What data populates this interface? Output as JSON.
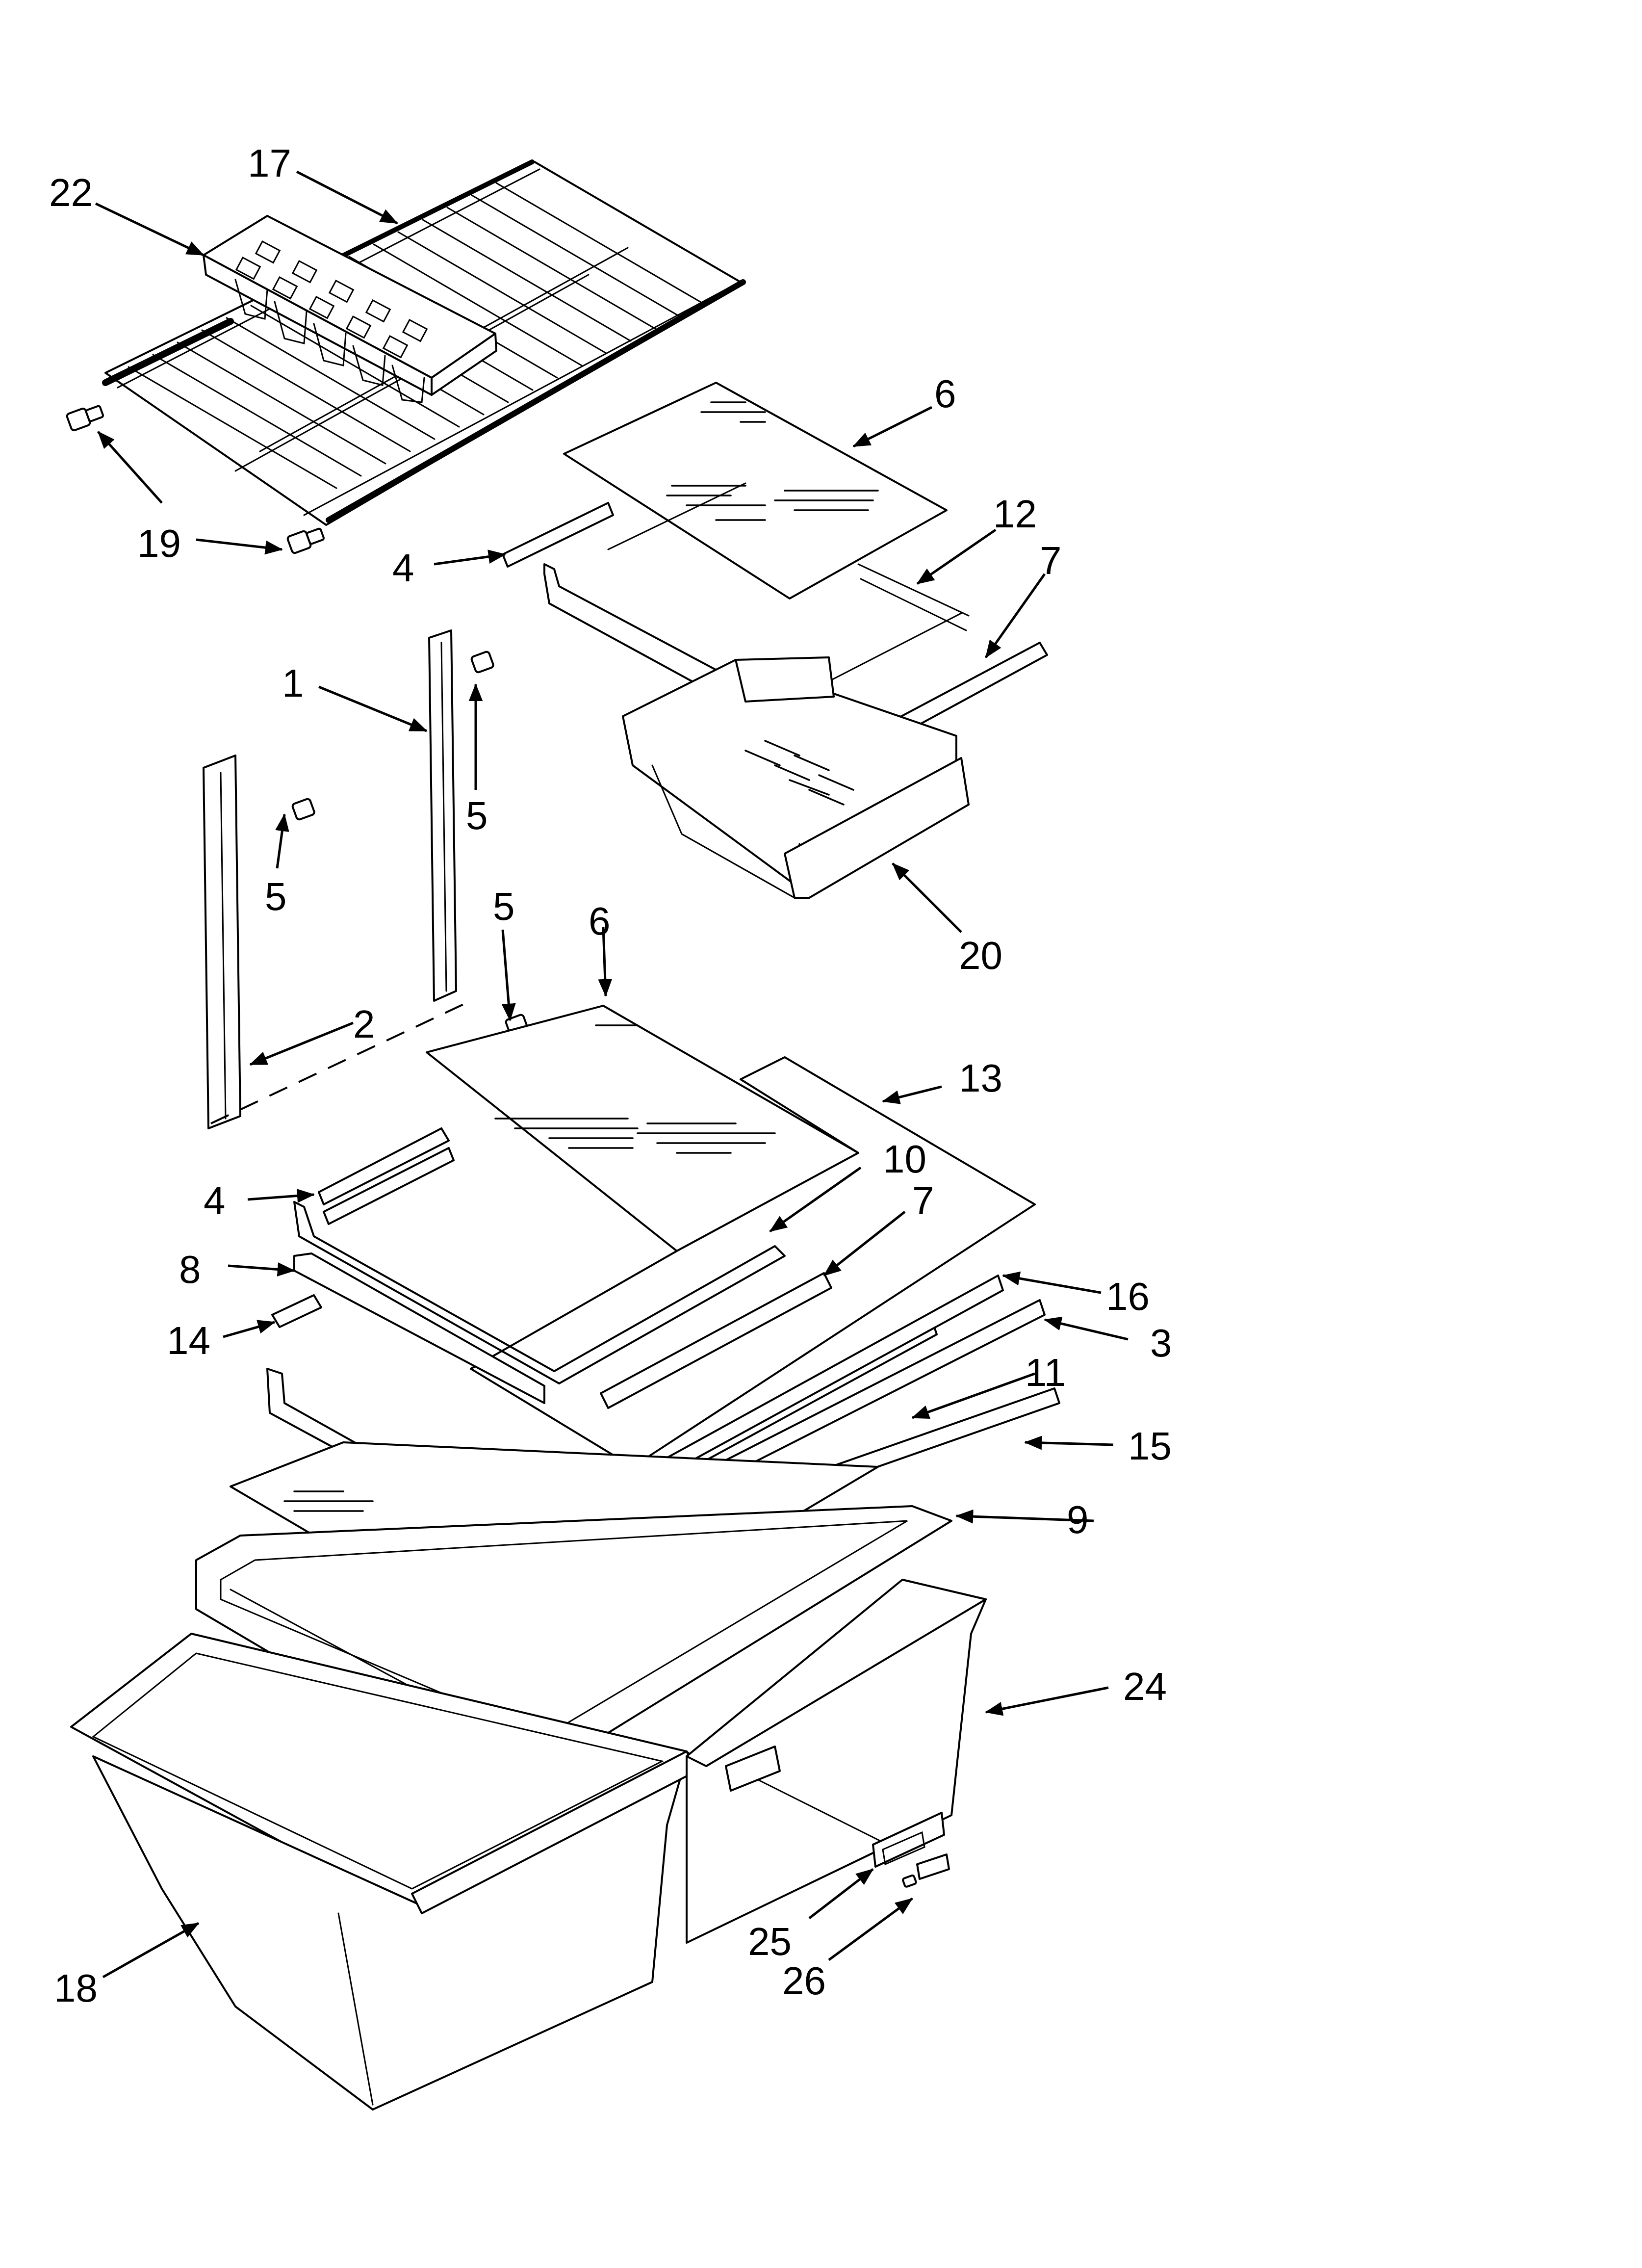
{
  "diagram": {
    "callouts": [
      {
        "id": "c22",
        "text": "22"
      },
      {
        "id": "c17",
        "text": "17"
      },
      {
        "id": "c19",
        "text": "19"
      },
      {
        "id": "c6a",
        "text": "6"
      },
      {
        "id": "c12",
        "text": "12"
      },
      {
        "id": "c4a",
        "text": "4"
      },
      {
        "id": "c7a",
        "text": "7"
      },
      {
        "id": "c1",
        "text": "1"
      },
      {
        "id": "c5a",
        "text": "5"
      },
      {
        "id": "c5b",
        "text": "5"
      },
      {
        "id": "c5c",
        "text": "5"
      },
      {
        "id": "c20",
        "text": "20"
      },
      {
        "id": "c6b",
        "text": "6"
      },
      {
        "id": "c2",
        "text": "2"
      },
      {
        "id": "c13",
        "text": "13"
      },
      {
        "id": "c10",
        "text": "10"
      },
      {
        "id": "c4b",
        "text": "4"
      },
      {
        "id": "c7b",
        "text": "7"
      },
      {
        "id": "c8",
        "text": "8"
      },
      {
        "id": "c16",
        "text": "16"
      },
      {
        "id": "c14",
        "text": "14"
      },
      {
        "id": "c3",
        "text": "3"
      },
      {
        "id": "c11",
        "text": "11"
      },
      {
        "id": "c15",
        "text": "15"
      },
      {
        "id": "c9",
        "text": "9"
      },
      {
        "id": "c24",
        "text": "24"
      },
      {
        "id": "c25",
        "text": "25"
      },
      {
        "id": "c26",
        "text": "26"
      },
      {
        "id": "c18",
        "text": "18"
      }
    ]
  }
}
